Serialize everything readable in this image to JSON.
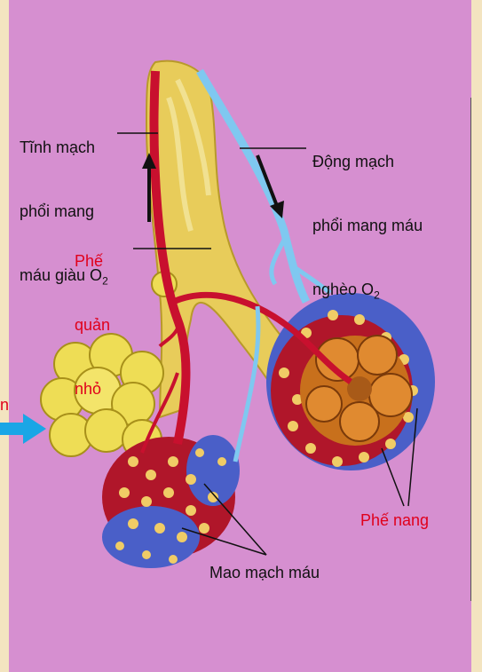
{
  "labels": {
    "pulmonary_vein": {
      "line1": "Tĩnh mạch",
      "line2": "phổi mang",
      "line3_text": "máu giàu O",
      "line3_sub": "2"
    },
    "pulmonary_artery": {
      "line1": "Động mạch",
      "line2": "phổi mang máu",
      "line3_text": "nghèo O",
      "line3_sub": "2"
    },
    "bronchiole": {
      "line1": "Phế",
      "line2": "quản",
      "line3": "nhỏ"
    },
    "alveoli": "Phế nang",
    "capillaries": "Mao mạch máu",
    "cut_letter": "n"
  },
  "colors": {
    "background": "#d68fd0",
    "label_red": "#e0001b",
    "label_black": "#111111",
    "side_strip": "#f3e4c0",
    "arrow_blue": "#1aa6e6"
  },
  "icons": {
    "air_arrow": "arrow-right-icon",
    "flow_arrows": "arrow-down-icon"
  }
}
